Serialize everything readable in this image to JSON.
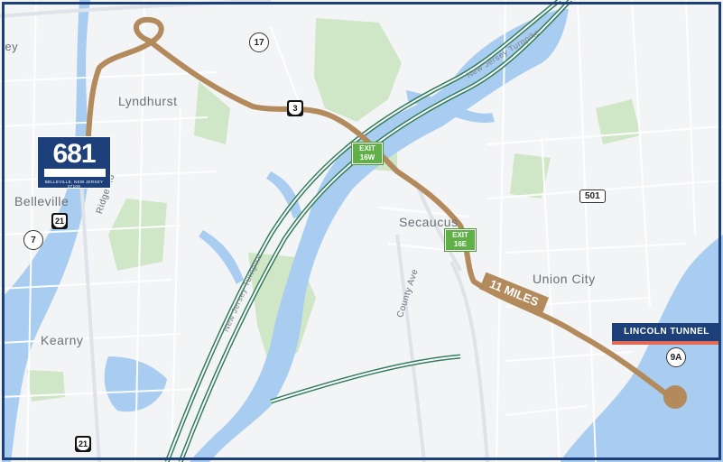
{
  "places": {
    "lyndhurst": "Lyndhurst",
    "belleville": "Belleville",
    "kearny": "Kearny",
    "secaucus": "Secaucus",
    "union_city": "Union City",
    "ley": "ley"
  },
  "streets": {
    "ridge_rd": "Ridge Rd",
    "county_ave": "County Ave",
    "nj_turnpike_south": "New Jersey Turnpike",
    "nj_turnpike_north": "New Jersey Turnpike"
  },
  "shields": {
    "nj17": "17",
    "nj3": "3",
    "us21_north": "21",
    "nj7": "7",
    "cr501": "501",
    "nj9a": "9A",
    "us21_south": "21"
  },
  "exits": {
    "exit_16w": {
      "line1": "EXIT",
      "line2": "16W"
    },
    "exit_16e": {
      "line1": "EXIT",
      "line2": "16E"
    }
  },
  "route_sign": {
    "number": "681",
    "subtitle": "BELLEVILLE, NEW JERSEY 07109"
  },
  "distance_label": "11 MILES",
  "destination_label": "LINCOLN TUNNEL",
  "colors": {
    "route": "#b38a5c",
    "water": "#a8cdf0",
    "park": "#cfe7c6",
    "land": "#f3f4f6",
    "turnpike": "#2f7d5a",
    "frame": "#1d3f7a",
    "exit_sign": "#5fb146",
    "tunnel_accent": "#e36b55"
  }
}
